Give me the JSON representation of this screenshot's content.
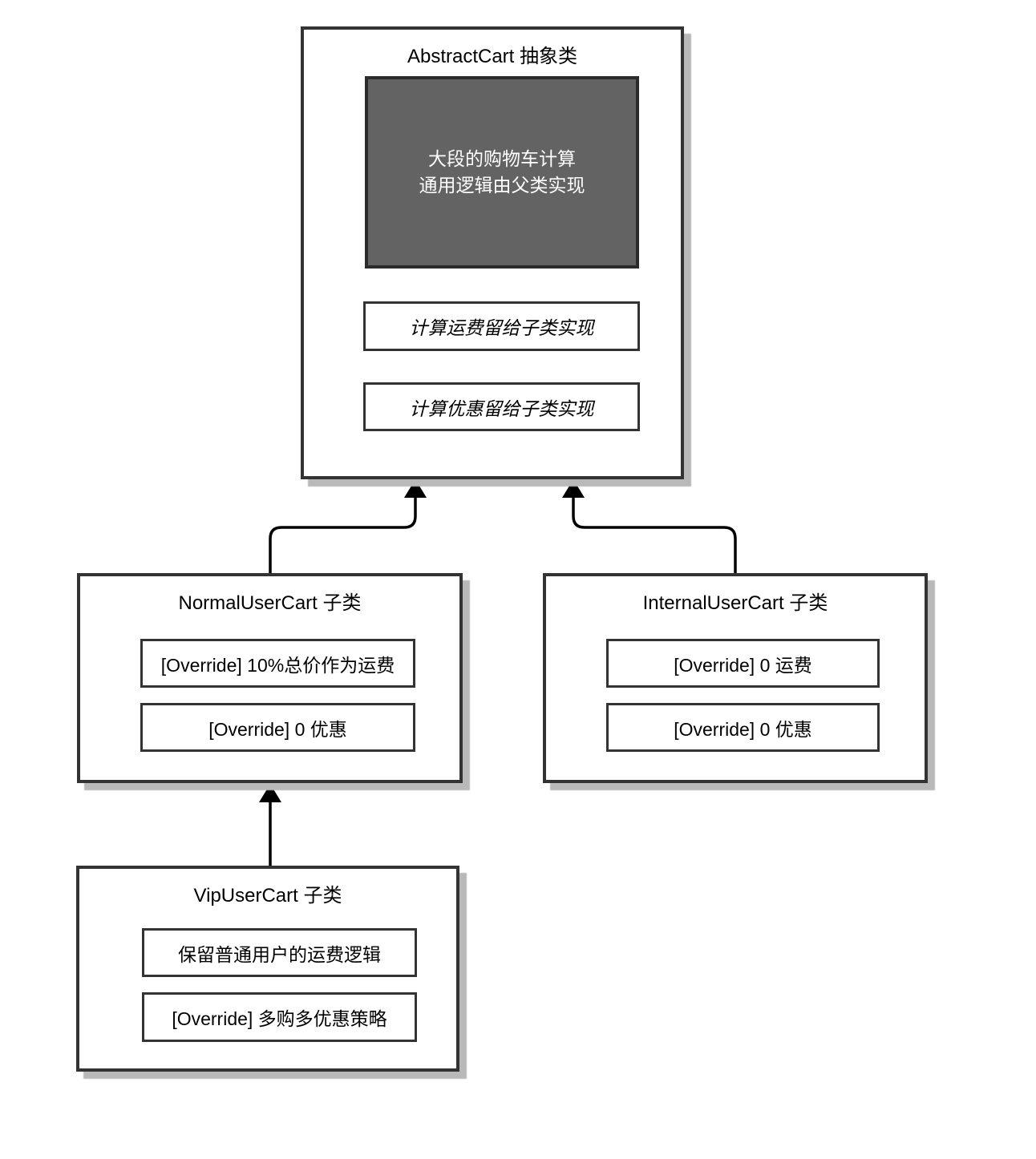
{
  "abstract_cart": {
    "title": "AbstractCart 抽象类",
    "core_logic_lines": [
      "大段的购物车计算",
      "通用逻辑由父类实现"
    ],
    "methods": [
      "计算运费留给子类实现",
      "计算优惠留给子类实现"
    ]
  },
  "normal_user_cart": {
    "title": "NormalUserCart 子类",
    "methods": [
      "[Override] 10%总价作为运费",
      "[Override] 0 优惠"
    ]
  },
  "internal_user_cart": {
    "title": "InternalUserCart 子类",
    "methods": [
      "[Override] 0 运费",
      "[Override] 0 优惠"
    ]
  },
  "vip_user_cart": {
    "title": "VipUserCart 子类",
    "methods": [
      "保留普通用户的运费逻辑",
      "[Override] 多购多优惠策略"
    ]
  },
  "colors": {
    "box_border": "#333333",
    "box_shadow": "#b9b9b9",
    "dark_note_fill": "#636363",
    "dark_note_border": "#2b2b2b",
    "dark_note_text": "#ffffff",
    "connector": "#000000"
  }
}
